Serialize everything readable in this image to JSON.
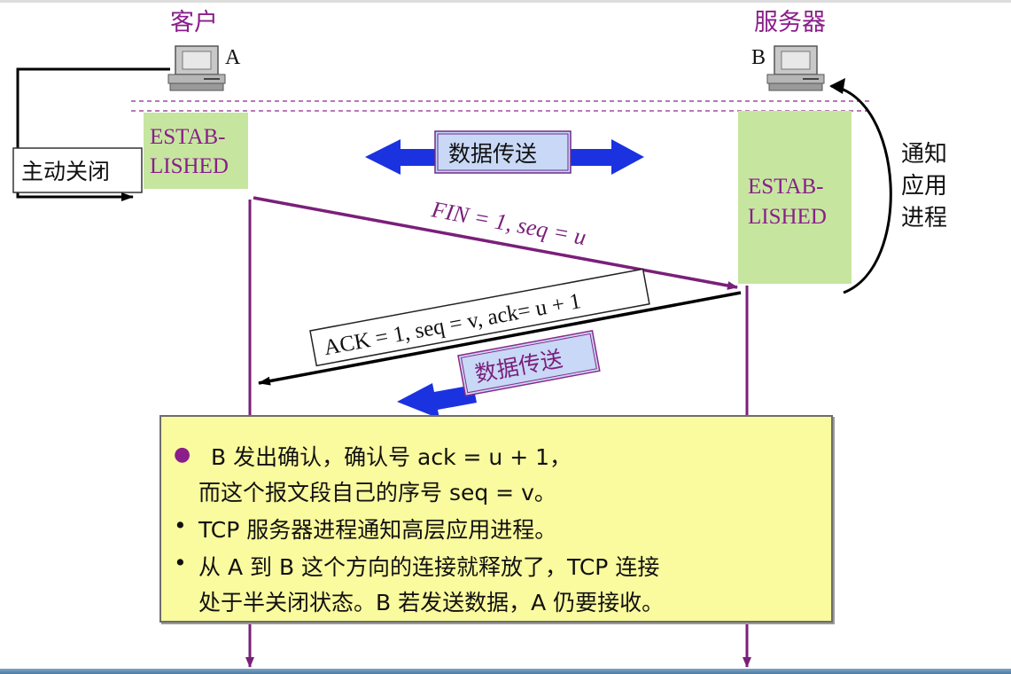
{
  "client": {
    "title": "客户",
    "host_label": "A"
  },
  "server": {
    "title": "服务器",
    "host_label": "B"
  },
  "client_state": {
    "line1": "ESTAB-",
    "line2": "LISHED"
  },
  "server_state": {
    "line1": "ESTAB-",
    "line2": "LISHED"
  },
  "active_close_label": "主动关闭",
  "notify_app_label": {
    "line1": "通知",
    "line2": "应用",
    "line3": "进程"
  },
  "data_transfer_label": "数据传送",
  "fin_message": "FIN = 1, seq = u",
  "ack_message": "ACK = 1, seq = v, ack= u + 1",
  "reverse_data_label": "数据传送",
  "note": {
    "item1_line1": "B 发出确认，确认号 ack = u + 1，",
    "item1_line2": "而这个报文段自己的序号 seq = v。",
    "item2": "TCP 服务器进程通知高层应用进程。",
    "item3_line1": "从 A 到 B 这个方向的连接就释放了，TCP 连接",
    "item3_line2": "处于半关闭状态。B 若发送数据，A 仍要接收。"
  },
  "colors": {
    "timeline": "#7a1f7a",
    "state_box": "#c6e6a0",
    "blue_arrow": "#1a32e0",
    "label_box": "#c8d8f6",
    "note_bg": "#fafa9e"
  }
}
